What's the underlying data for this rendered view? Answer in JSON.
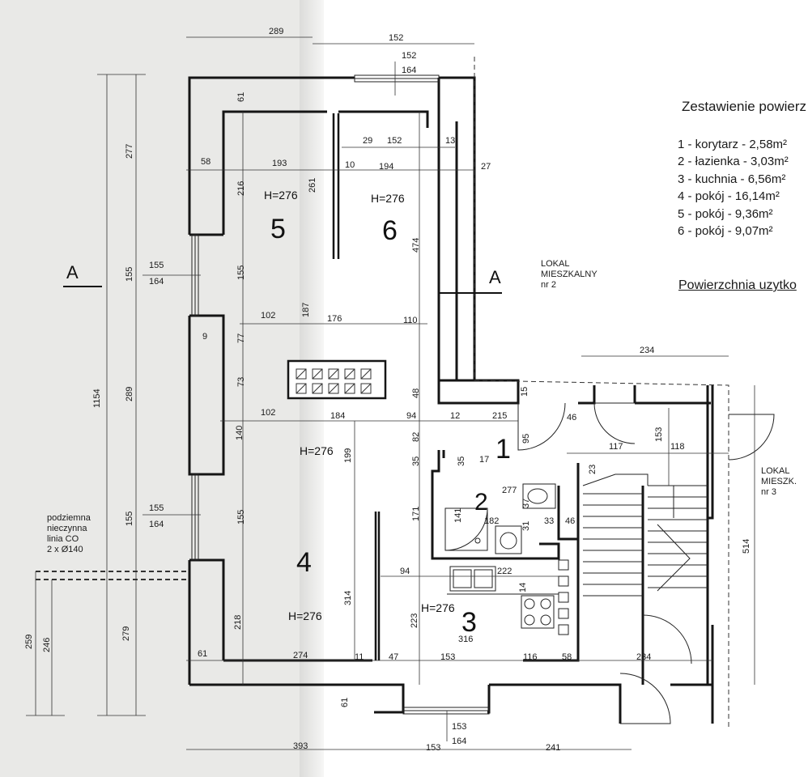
{
  "legend": {
    "title": "Zestawienie powierz",
    "items": [
      "1 - korytarz - 2,58m²",
      "2 - łazienka - 3,03m²",
      "3 - kuchnia - 6,56m²",
      "4 - pokój - 16,14m²",
      "5 - pokój - 9,36m²",
      "6 - pokój - 9,07m²"
    ],
    "footer": "Powierzchnia uzytko"
  },
  "rooms": {
    "r1": "1",
    "r2": "2",
    "r3": "3",
    "r4": "4",
    "r5": "5",
    "r6": "6",
    "h5": "H=276",
    "h6": "H=276",
    "h1": "H=276",
    "h4": "H=276",
    "h3": "H=276"
  },
  "section": {
    "left": "A",
    "right": "A"
  },
  "notes": {
    "lokal2": [
      "LOKAL",
      "MIESZKALNY",
      "nr 2"
    ],
    "lokal3": [
      "LOKAL",
      "MIESZK.",
      "nr 3"
    ],
    "pipe": [
      "podziemna",
      "nieczynna",
      "linia CO",
      "2 x Ø140"
    ]
  },
  "dims": {
    "d289a": "289",
    "d152a": "152",
    "d152b": "152",
    "d164a": "164",
    "d61a": "61",
    "d277": "277",
    "d58a": "58",
    "d193": "193",
    "d29": "29",
    "d152c": "152",
    "d13": "13",
    "d10": "10",
    "d194": "194",
    "d27": "27",
    "d216": "216",
    "d261": "261",
    "d474": "474",
    "d155a": "155",
    "d155b": "155",
    "d164b": "164",
    "d155c": "155",
    "d187": "187",
    "d102a": "102",
    "d176": "176",
    "d110": "110",
    "d9": "9",
    "d77": "77",
    "d73": "73",
    "d1154": "1154",
    "d289b": "289",
    "d48": "48",
    "d15": "15",
    "d234a": "234",
    "d102b": "102",
    "d184": "184",
    "d94a": "94",
    "d12": "12",
    "d215": "215",
    "d95": "95",
    "d46a": "46",
    "d140": "140",
    "d82": "82",
    "d117": "117",
    "d153a": "153",
    "d118": "118",
    "d35a": "35",
    "d35b": "35",
    "d17": "17",
    "d199": "199",
    "d23": "23",
    "d277b": "277",
    "d37": "37",
    "d171": "171",
    "d141": "141",
    "d182": "182",
    "d31": "31",
    "d33": "33",
    "d46b": "46",
    "d155d": "155",
    "d164c": "164",
    "d155e": "155",
    "d155f": "155",
    "d514": "514",
    "d94b": "94",
    "d222": "222",
    "d14": "14",
    "d279": "279",
    "d314": "314",
    "d223": "223",
    "d316": "316",
    "d259": "259",
    "d246": "246",
    "d218": "218",
    "d61b": "61",
    "d274": "274",
    "d11": "11",
    "d47": "47",
    "d153b": "153",
    "d116": "116",
    "d58b": "58",
    "d234b": "234",
    "d61c": "61",
    "d153c": "153",
    "d164d": "164",
    "d393": "393",
    "d153d": "153",
    "d241": "241"
  }
}
